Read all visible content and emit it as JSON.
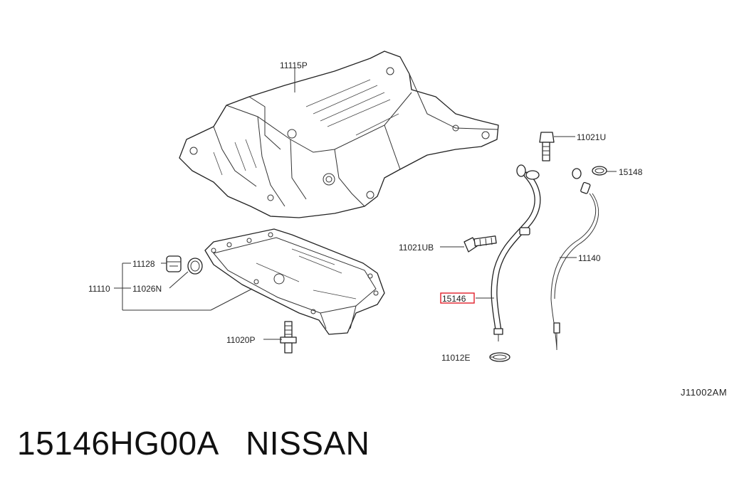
{
  "diagram": {
    "callouts": {
      "upper_pan": "11115P",
      "bolt_u": "11021U",
      "oring_gauge": "15148",
      "bolt_ub": "11021UB",
      "dipstick": "11140",
      "drain_plug": "11128",
      "lower_pan_group": "11110",
      "washer": "11026N",
      "guide_tube": "15146",
      "stud_bolt": "11020P",
      "oring_tube": "11012E"
    },
    "drawing_code": "J11002AM",
    "highlight_color": "#e0202a"
  },
  "caption": {
    "part_number": "15146HG00A",
    "brand": "NISSAN"
  }
}
